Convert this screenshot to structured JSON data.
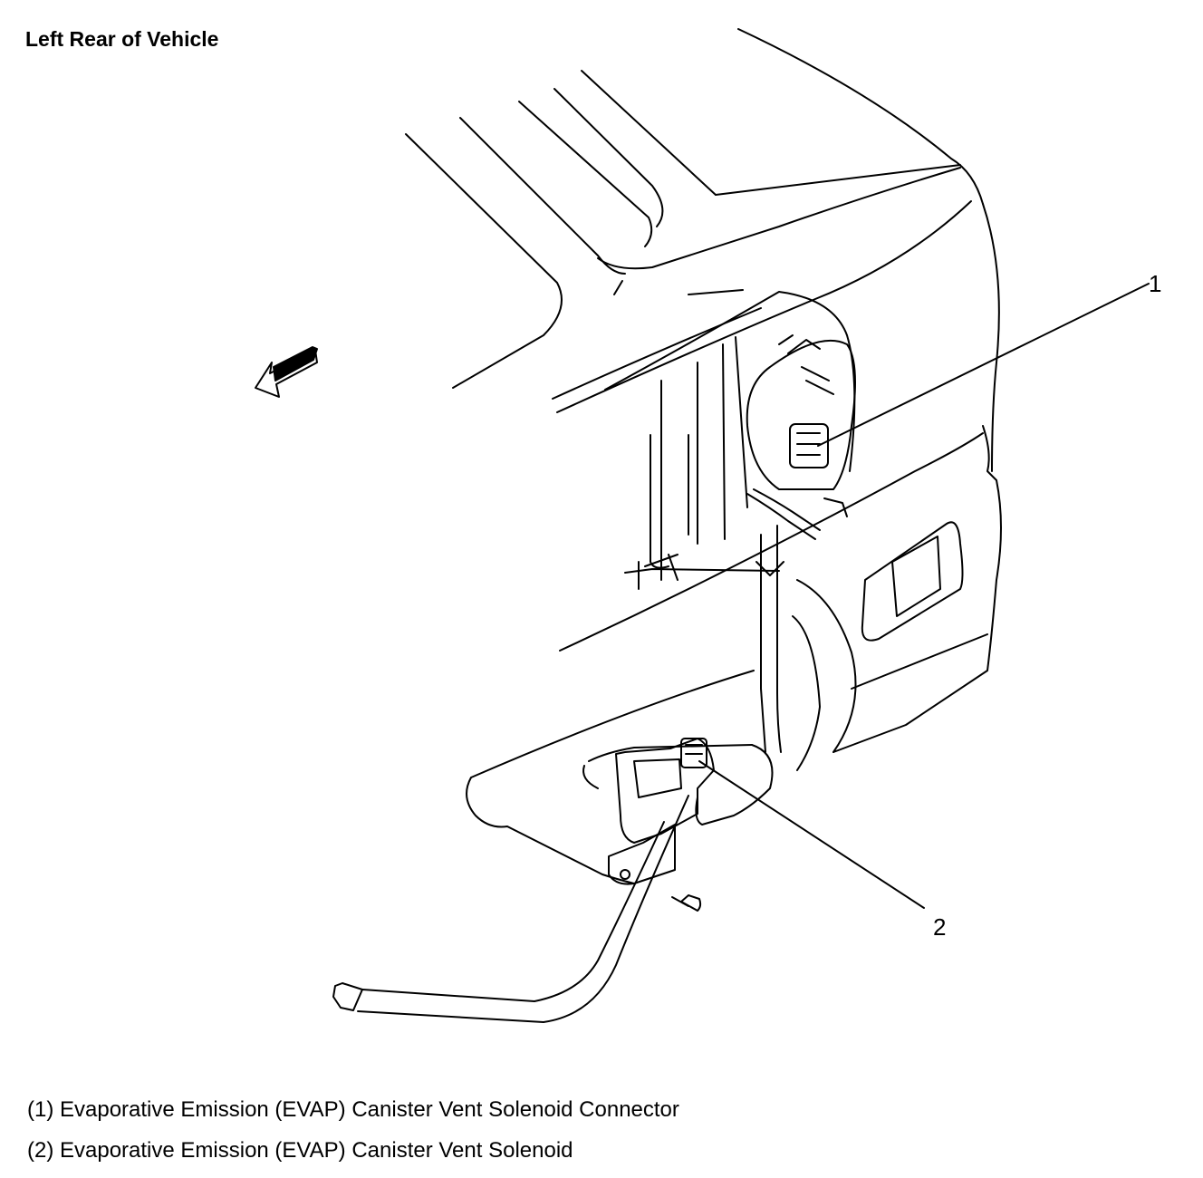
{
  "title": "Left Rear of Vehicle",
  "callouts": [
    {
      "number": "1",
      "label": "(1) Evaporative Emission (EVAP) Canister Vent Solenoid Connector"
    },
    {
      "number": "2",
      "label": "(2) Evaporative Emission (EVAP) Canister Vent Solenoid"
    }
  ],
  "icons": {
    "direction": "forward-arrow-icon"
  }
}
